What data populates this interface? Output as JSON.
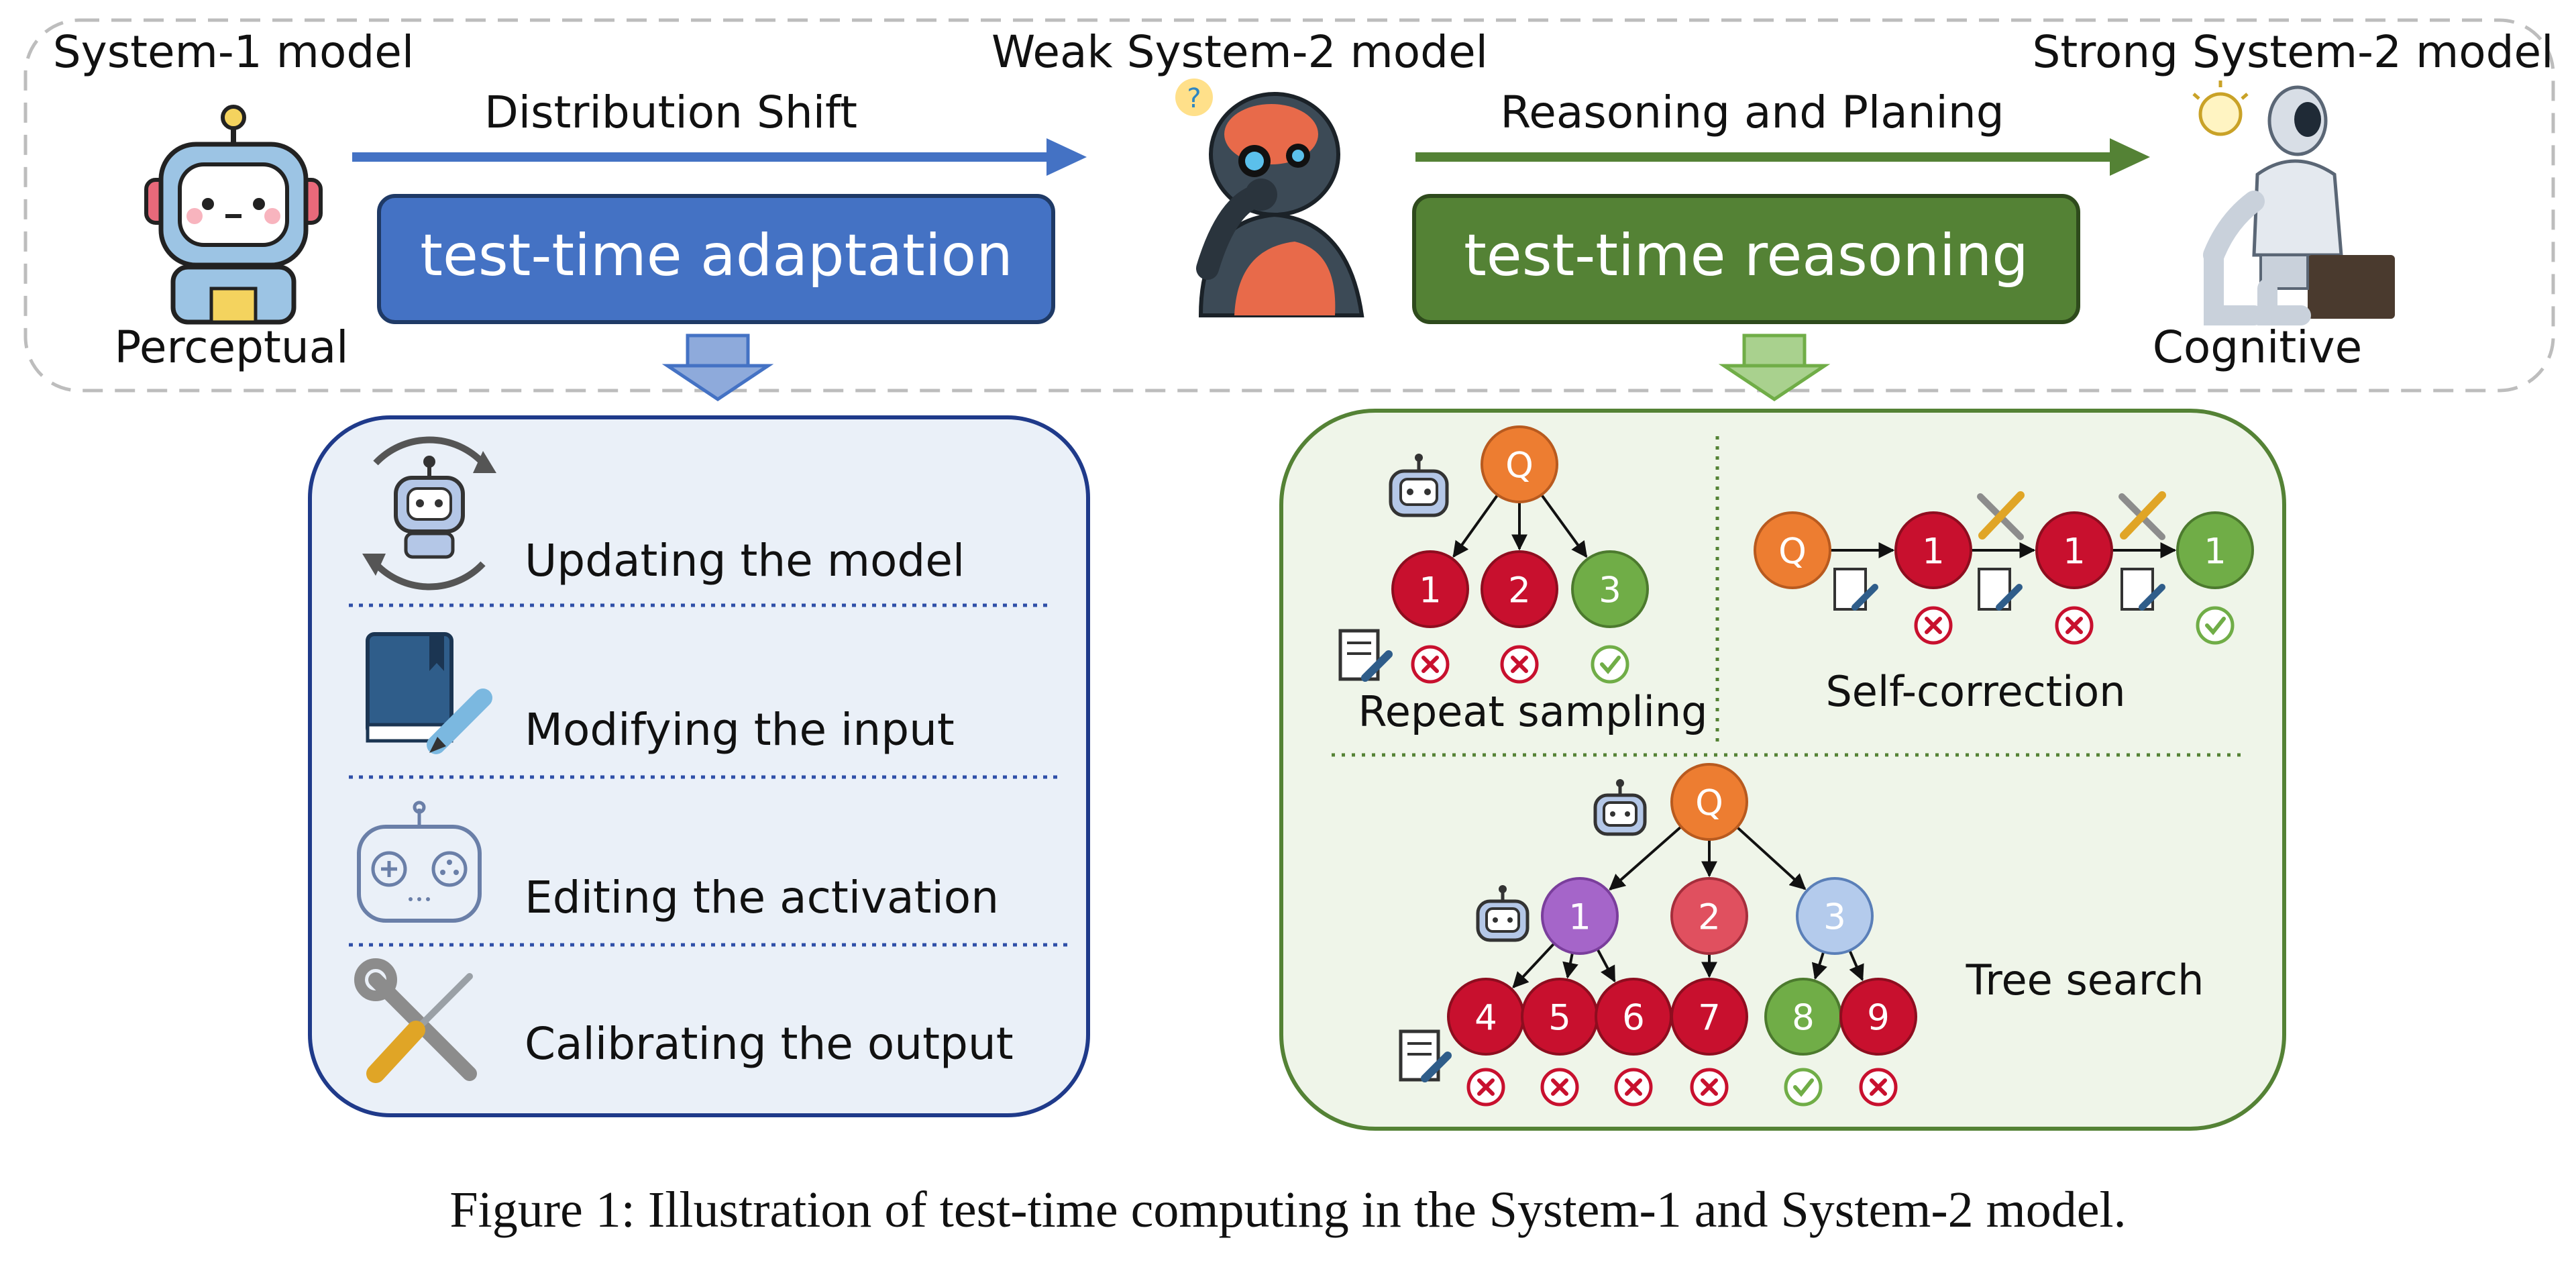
{
  "top": {
    "system1_label": "System-1 model",
    "weak_system2_label": "Weak System-2 model",
    "strong_system2_label": "Strong System-2 model",
    "perceptual_label": "Perceptual",
    "cognitive_label": "Cognitive",
    "distribution_shift_label": "Distribution Shift",
    "reasoning_label": "Reasoning and Planing",
    "tta_box_label": "test-time adaptation",
    "ttr_box_label": "test-time reasoning"
  },
  "adaptation_panel": {
    "items": [
      {
        "label": "Updating the model",
        "icon": "robot-refresh-icon"
      },
      {
        "label": "Modifying the input",
        "icon": "book-pen-icon"
      },
      {
        "label": "Editing the activation",
        "icon": "gamepad-icon"
      },
      {
        "label": "Calibrating the output",
        "icon": "tools-icon"
      }
    ]
  },
  "reasoning_panel": {
    "repeat_sampling": {
      "title": "Repeat sampling",
      "root": "Q",
      "nodes": [
        {
          "label": "1",
          "result": "wrong"
        },
        {
          "label": "2",
          "result": "wrong"
        },
        {
          "label": "3",
          "result": "correct"
        }
      ]
    },
    "self_correction": {
      "title": "Self-correction",
      "root": "Q",
      "nodes": [
        {
          "label": "1",
          "result": "wrong"
        },
        {
          "label": "1",
          "result": "wrong"
        },
        {
          "label": "1",
          "result": "correct"
        }
      ]
    },
    "tree_search": {
      "title": "Tree search",
      "root": "Q",
      "level1": [
        {
          "label": "1",
          "color": "purple"
        },
        {
          "label": "2",
          "color": "pink"
        },
        {
          "label": "3",
          "color": "lightblue"
        }
      ],
      "leaves": [
        {
          "label": "4",
          "result": "wrong"
        },
        {
          "label": "5",
          "result": "wrong"
        },
        {
          "label": "6",
          "result": "wrong"
        },
        {
          "label": "7",
          "result": "wrong"
        },
        {
          "label": "8",
          "result": "correct"
        },
        {
          "label": "9",
          "result": "wrong"
        }
      ]
    }
  },
  "caption": "Figure 1: Illustration of test-time computing in the System-1 and System-2 model.",
  "colors": {
    "blue_accent": "#4472C4",
    "green_accent": "#548235",
    "wrong_red": "#C8102E",
    "correct_green": "#70AD47",
    "orange_root": "#ED7D31",
    "panel_blue_bg": "#EAF0F8",
    "panel_green_bg": "#EFF5E9"
  }
}
